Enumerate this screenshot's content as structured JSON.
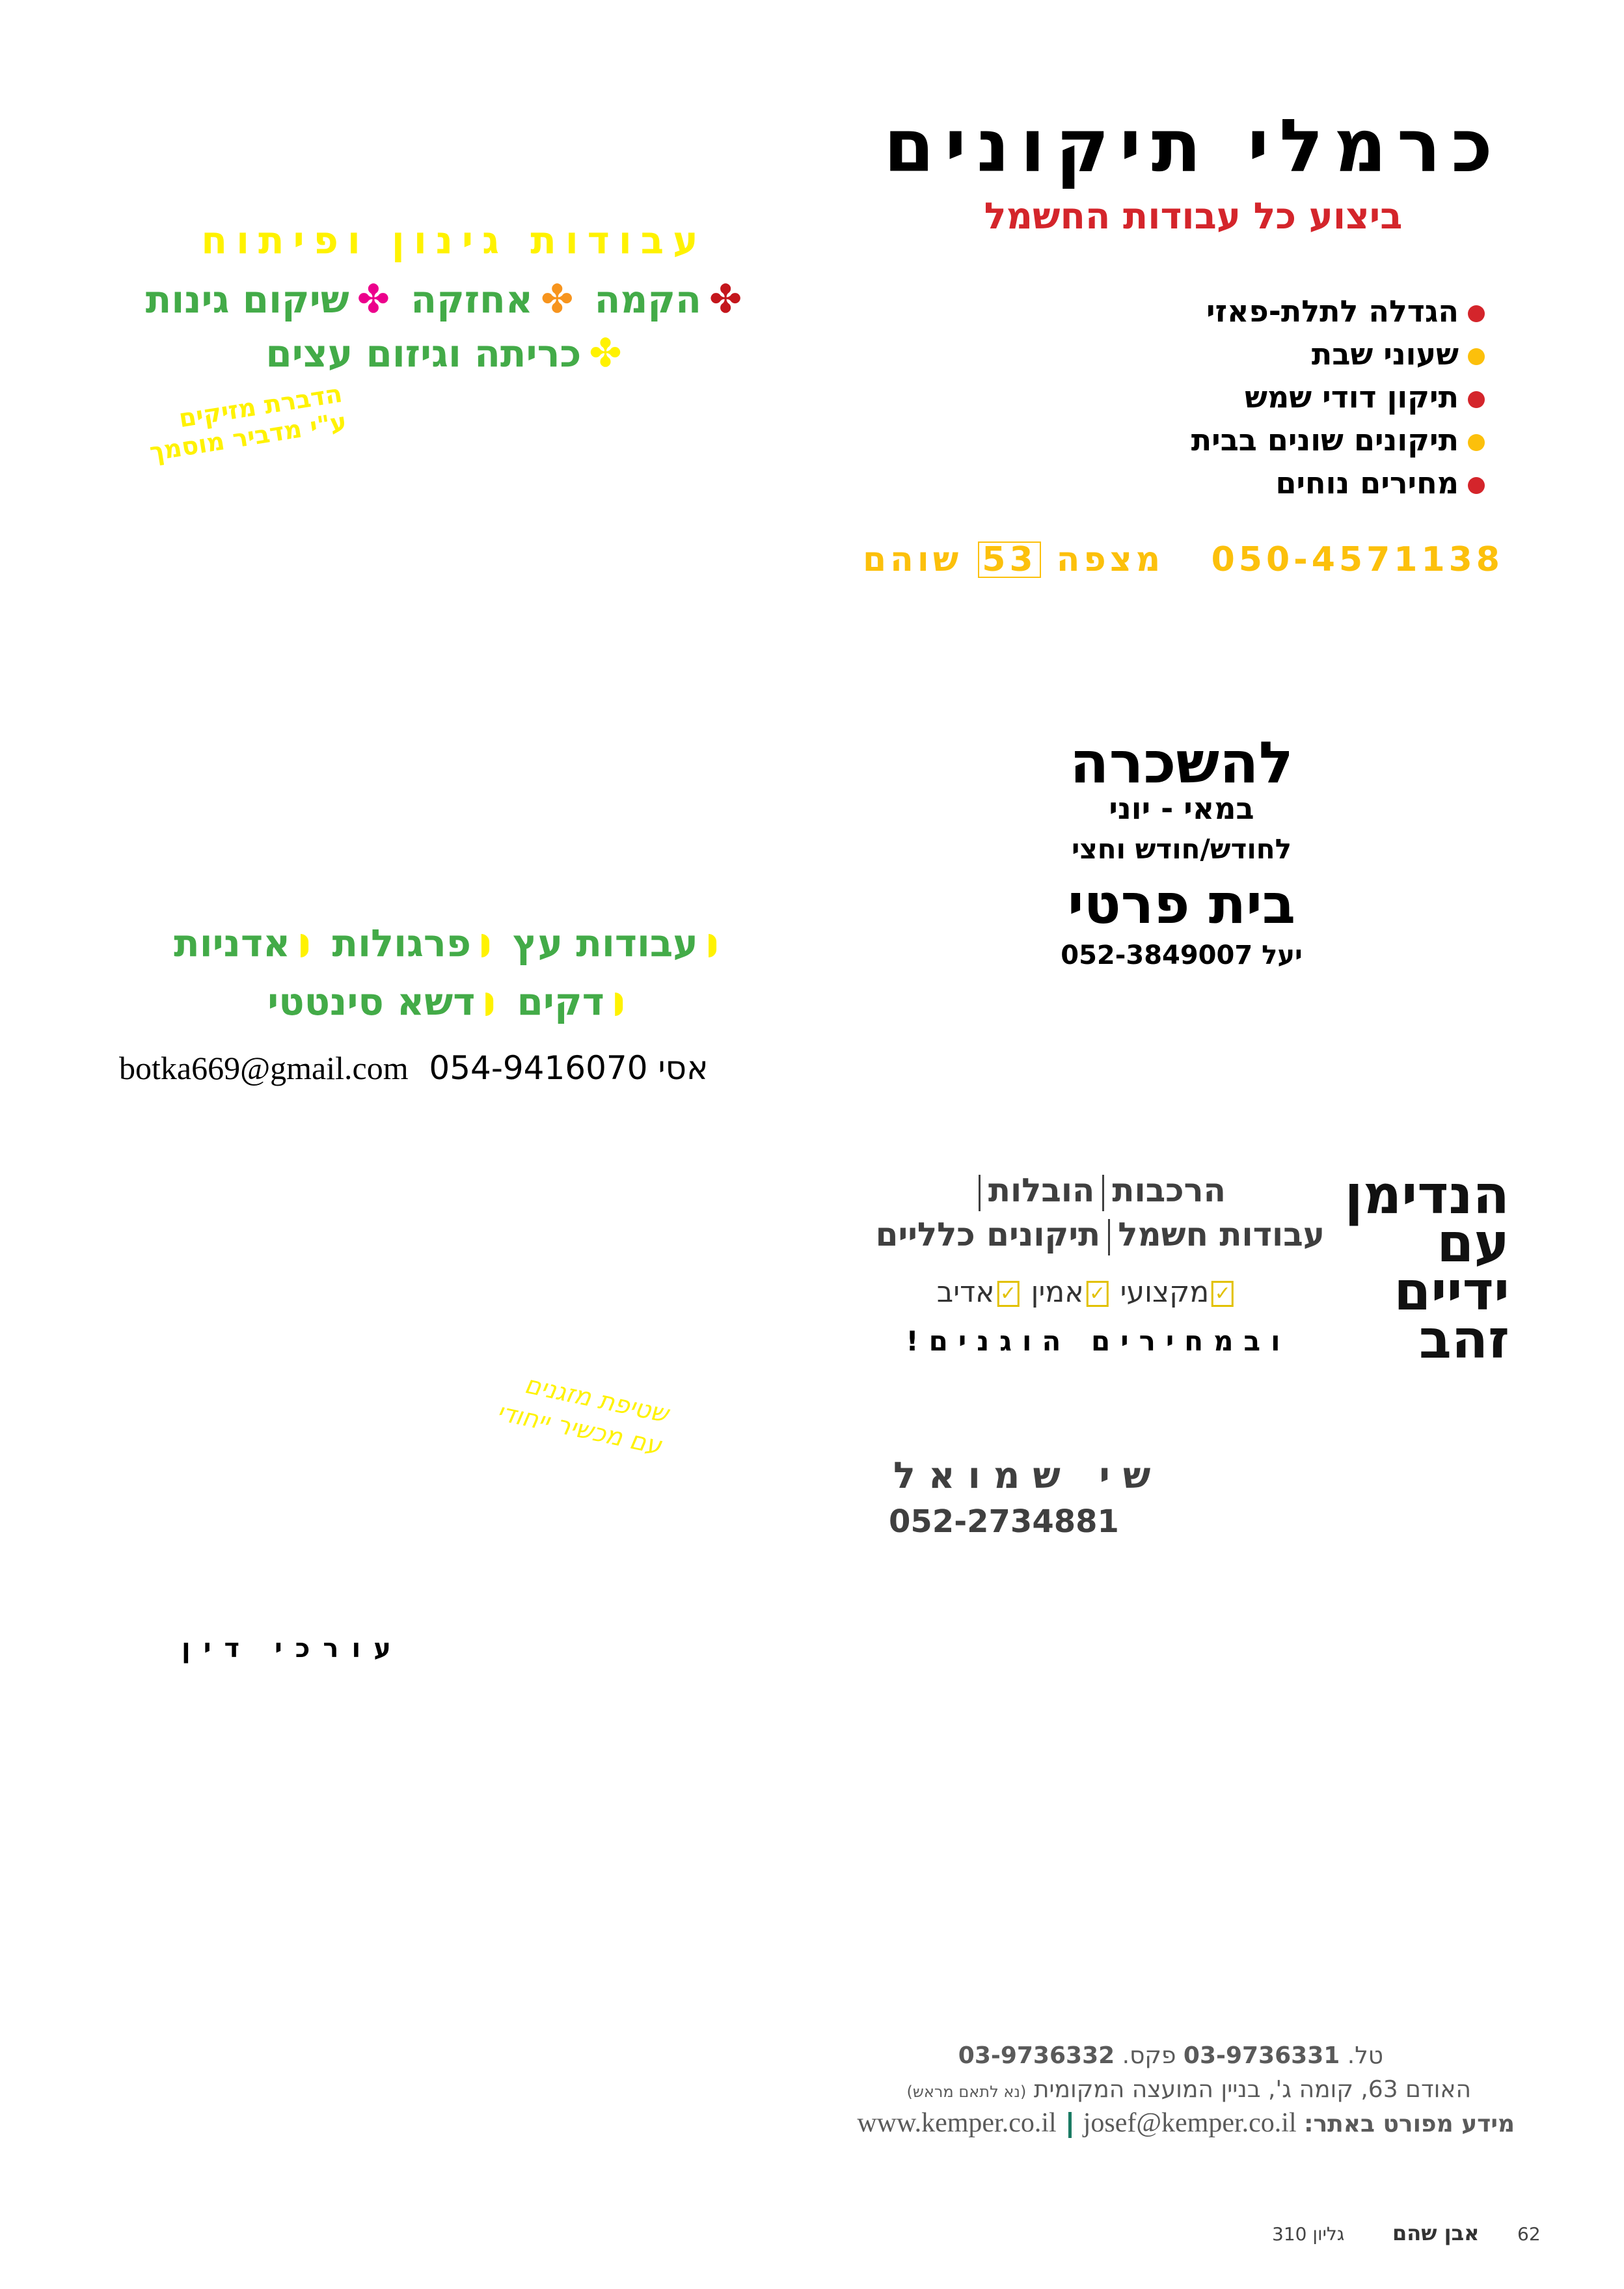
{
  "electric": {
    "title": "כרמלי תיקונים",
    "subtitle": "ביצוע כל עבודות החשמל",
    "bullets": [
      {
        "text": "הגדלה לתלת-פאזי",
        "color": "#d4252b"
      },
      {
        "text": "שעוני שבת",
        "color": "#fcc00b"
      },
      {
        "text": "תיקון דודי שמש",
        "color": "#d4252b"
      },
      {
        "text": "תיקונים שונים בבית",
        "color": "#fcc00b"
      },
      {
        "text": "מחירים נוחים",
        "color": "#d4252b"
      }
    ],
    "phone": "050-4571138",
    "address_prefix": "מצפה",
    "address_number": "53",
    "address_city": "שוהם"
  },
  "garden": {
    "heading": "עבודות גינון ופיתוח",
    "items": [
      "הקמה",
      "אחזקה",
      "שיקום גינות",
      "כריתה וגיזום עצים"
    ],
    "pest_line1": "הדברת מזיקים",
    "pest_line2": "ע\"י מדביר מוסמך"
  },
  "rental": {
    "heading": "להשכרה",
    "months": "במאי - יוני",
    "period": "לחודש/חודש וחצי",
    "property": "בית פרטי",
    "contact_name": "יעל",
    "contact_phone": "052-3849007"
  },
  "wood": {
    "items": [
      "עבודות עץ",
      "פרגולות",
      "אדניות",
      "דקים",
      "דשא סינטטי"
    ],
    "contact_name": "אסי",
    "phone": "054-9416070",
    "email": "botka669@gmail.com"
  },
  "handyman": {
    "heading": [
      "הנדימן",
      "עם",
      "ידיים",
      "זהב"
    ],
    "services": [
      "הרכבות",
      "הובלות",
      "עבודות חשמל",
      "תיקונים כלליים"
    ],
    "qualities": [
      "מקצועי",
      "אמין",
      "אדיב"
    ],
    "prices": "ובמחירים הוגנים!",
    "name": "שי שמואל",
    "phone": "052-2734881"
  },
  "ac": {
    "line1": "שטיפת מזגנים",
    "line2": "עם מכשיר ייחודי"
  },
  "lawyers": {
    "heading": "עורכי דין"
  },
  "footer": {
    "tel_label": "טל.",
    "tel": "03-9736331",
    "fax_label": "פקס.",
    "fax": "03-9736332",
    "address": "האודם 63, קומה ג', בניין המועצה המקומית",
    "address_note": "(נא לתאם מראש)",
    "info_label": "מידע מפורט באתר:",
    "website": "www.kemper.co.il",
    "email": "josef@kemper.co.il"
  },
  "page": {
    "number": "62",
    "magazine": "אבן שהם",
    "issue": "גליון 310"
  }
}
